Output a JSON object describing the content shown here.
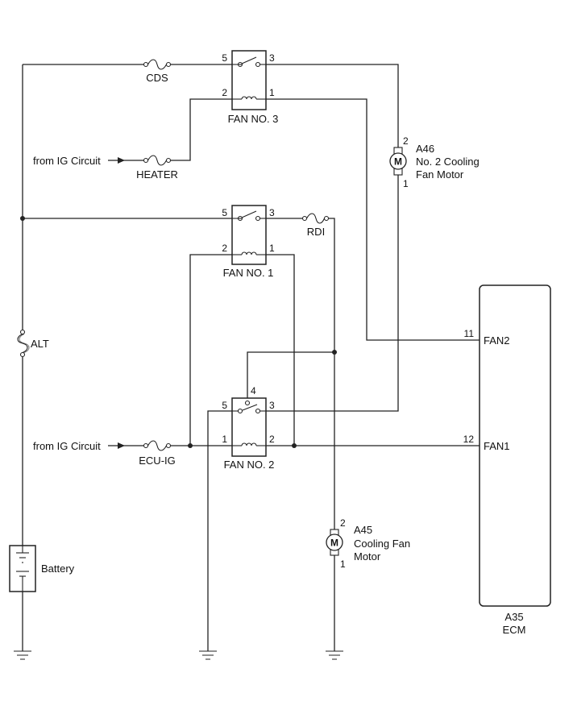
{
  "fuses": {
    "cds": "CDS",
    "heater": "HEATER",
    "rdi": "RDI",
    "ecu_ig": "ECU-IG",
    "alt": "ALT"
  },
  "relays": {
    "fan3": {
      "label": "FAN NO. 3",
      "p5": "5",
      "p3": "3",
      "p2": "2",
      "p1": "1"
    },
    "fan1": {
      "label": "FAN NO. 1",
      "p5": "5",
      "p3": "3",
      "p2": "2",
      "p1": "1"
    },
    "fan2": {
      "label": "FAN NO. 2",
      "p5": "5",
      "p4": "4",
      "p3": "3",
      "p1": "1",
      "p2": "2"
    }
  },
  "sources": {
    "ig_top": "from IG Circuit",
    "ig_bottom": "from IG Circuit"
  },
  "motors": {
    "a46": {
      "id": "A46",
      "line1": "No. 2 Cooling",
      "line2": "Fan Motor",
      "pin_top": "2",
      "pin_bottom": "1",
      "symbol": "M"
    },
    "a45": {
      "id": "A45",
      "line1": "Cooling Fan",
      "line2": "Motor",
      "pin_top": "2",
      "pin_bottom": "1",
      "symbol": "M"
    }
  },
  "battery": {
    "label": "Battery"
  },
  "ecm": {
    "id": "A35",
    "name": "ECM",
    "fan2_pin": "11",
    "fan2_label": "FAN2",
    "fan1_pin": "12",
    "fan1_label": "FAN1"
  }
}
